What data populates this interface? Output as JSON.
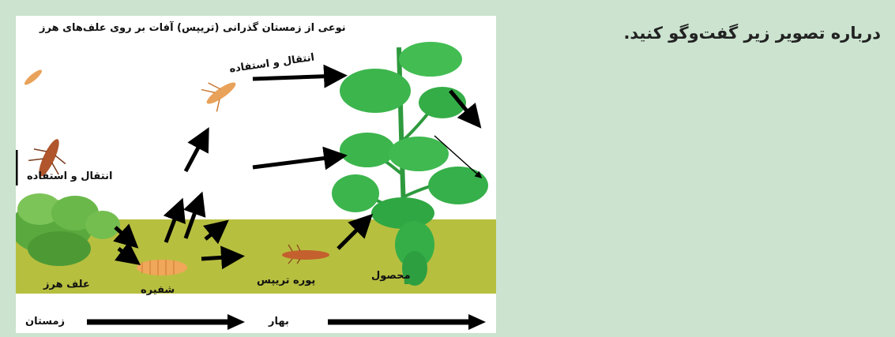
{
  "instruction": "درباره تصویر زیر گفت‌وگو کنید.",
  "figure": {
    "title": "نوعی از زمستان گذرانی (تریپس) آفات بر روی علف‌های هرز",
    "label_transfer_top": "انتقال و استفاده",
    "label_transfer_left": "انتقال و استفاده",
    "label_weed": "علف هرز",
    "label_pupa": "شفیره",
    "label_nymph": "پوره تریپس",
    "label_crop": "محصول",
    "timeline_winter": "زمستان",
    "timeline_spring": "بهار"
  },
  "colors": {
    "page_bg": "#cbe3cf",
    "soil": "#b7bf3f",
    "plant": "#37b44a",
    "thrips": "#e08a3c"
  }
}
